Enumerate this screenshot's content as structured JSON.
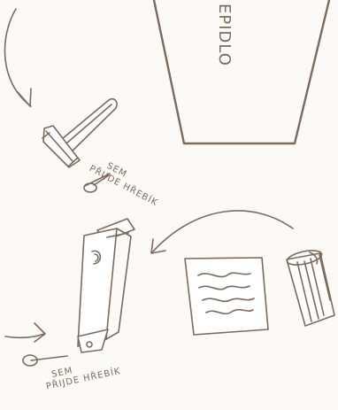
{
  "labels": {
    "container_text": "EPIDLO",
    "nail_hint_upper_line1": "SEM",
    "nail_hint_upper_line2": "PŘIJDE HŘEBÍK",
    "nail_hint_lower_line1": "SEM",
    "nail_hint_lower_line2": "PŘIJDE HŘEBÍK"
  },
  "icons": [
    "hammer-icon",
    "nail-icon",
    "mezuzah-case-icon",
    "scroll-icon",
    "paper-note-icon",
    "arrow-icon"
  ],
  "colors": {
    "ink": "#7b6b5f",
    "background": "#fbfaf7"
  }
}
